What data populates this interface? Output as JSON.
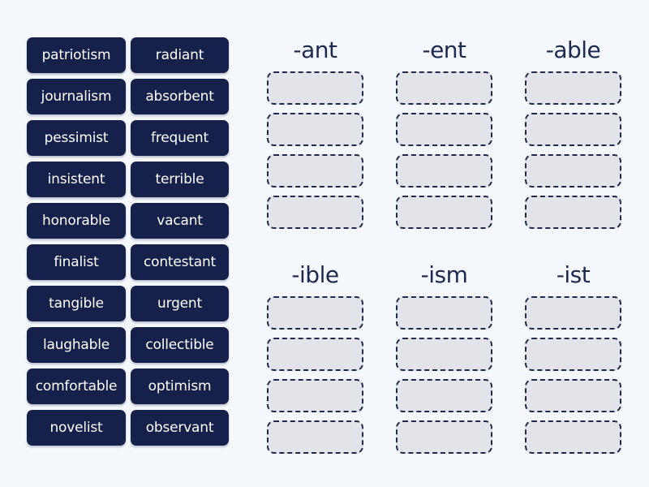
{
  "activity": {
    "type": "group-sort-game",
    "word_bank": {
      "words": [
        "patriotism",
        "radiant",
        "journalism",
        "absorbent",
        "pessimist",
        "frequent",
        "insistent",
        "terrible",
        "honorable",
        "vacant",
        "finalist",
        "contestant",
        "tangible",
        "urgent",
        "laughable",
        "collectible",
        "comfortable",
        "optimism",
        "novelist",
        "observant"
      ]
    },
    "categories": [
      {
        "label": "-ant",
        "slot_count": 4
      },
      {
        "label": "-ent",
        "slot_count": 4
      },
      {
        "label": "-able",
        "slot_count": 4
      },
      {
        "label": "-ible",
        "slot_count": 4
      },
      {
        "label": "-ism",
        "slot_count": 4
      },
      {
        "label": "-ist",
        "slot_count": 4
      }
    ]
  },
  "colors": {
    "background": "#f4f7fb",
    "tile_background": "#15214b",
    "tile_text": "#ffffff",
    "header_text": "#1b2a4e",
    "slot_fill": "#e2e4ea",
    "slot_border": "#1f2a4d"
  }
}
